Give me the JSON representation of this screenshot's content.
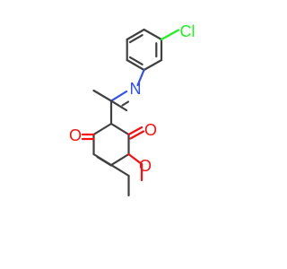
{
  "molecule": {
    "atoms": {
      "chlorine": "Cl",
      "nitrogen": "N",
      "oxygen_ketone": "O",
      "oxygen_lactone_carbonyl": "O",
      "oxygen_ring": "O"
    },
    "colors": {
      "bond": "#404040",
      "oxygen": "#ff0d0d",
      "nitrogen": "#3050f8",
      "chlorine": "#1ff01f"
    }
  }
}
